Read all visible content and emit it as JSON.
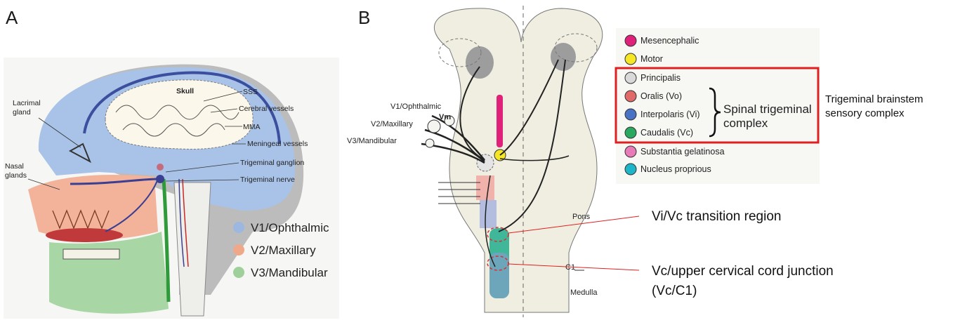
{
  "panelA": {
    "letter": "A",
    "labels": {
      "skull": "Skull",
      "sss": "SSS",
      "cerebral_vessels": "Cerebral vessels",
      "lacrimal": "Lacrimal",
      "gland": "gland",
      "mma": "MMA",
      "meningeal_vessels": "Meningeal vessels",
      "nasal": "Nasal",
      "glands": "glands",
      "trigeminal_ganglion": "Trigeminal ganglion",
      "trigeminal_nerve": "Trigeminal nerve"
    },
    "legend": [
      {
        "label": "V1/Ophthalmic",
        "color": "#9db8e0"
      },
      {
        "label": "V2/Maxillary",
        "color": "#f0a88a"
      },
      {
        "label": "V3/Mandibular",
        "color": "#9fcf9a"
      }
    ]
  },
  "panelB": {
    "letter": "B",
    "nerve_labels": {
      "v1": "V1/Ophthalmic",
      "vm": "Vm",
      "v2": "V2/Maxillary",
      "v3": "V3/Mandibular"
    },
    "region_labels": {
      "pons": "Pons",
      "c1": "C1",
      "medulla": "Medulla"
    },
    "legend": [
      {
        "label": "Mesencephalic",
        "color": "#e0217a"
      },
      {
        "label": "Motor",
        "color": "#f5e626"
      },
      {
        "label": "Principalis",
        "color": "#d9d9d9"
      },
      {
        "label": "Oralis (Vo)",
        "color": "#e06a6a"
      },
      {
        "label": "Interpolaris (Vi)",
        "color": "#4a72c4"
      },
      {
        "label": "Caudalis (Vc)",
        "color": "#2aa860"
      },
      {
        "label": "Substantia gelatinosa",
        "color": "#e87bb8"
      },
      {
        "label": "Nucleus proprious",
        "color": "#1fb5c8"
      }
    ],
    "brace_label_line1": "Spinal trigeminal",
    "brace_label_line2": "complex",
    "side_label_line1": "Trigeminal brainstem",
    "side_label_line2": "sensory complex",
    "callouts": {
      "transition": "Vi/Vc transition region",
      "junction_line1": "Vc/upper cervical cord junction",
      "junction_line2": "(Vc/C1)"
    },
    "highlight_color": "#e02020"
  }
}
